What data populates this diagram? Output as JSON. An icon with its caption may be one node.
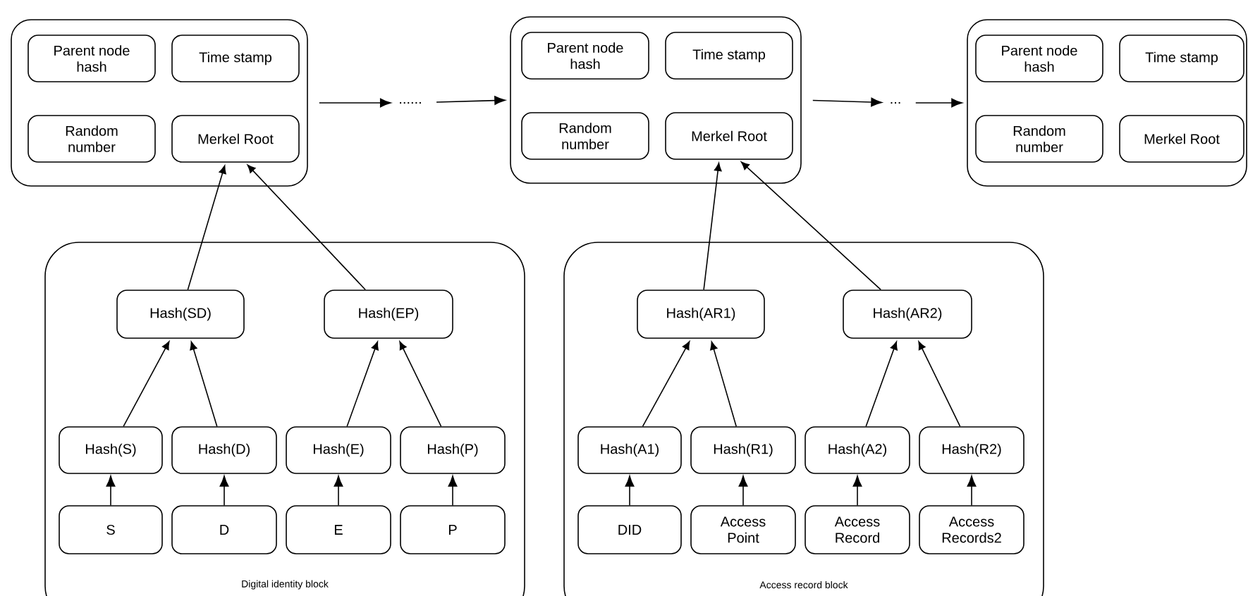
{
  "diagram": {
    "nodes": [
      {
        "text": [],
        "shape": "box"
      },
      {
        "text": [
          "Parent node hash"
        ],
        "in": 0
      },
      {
        "text": [
          "Time stamp"
        ],
        "in": 0
      },
      {
        "text": [
          "Random number"
        ],
        "in": 0
      },
      {
        "text": [
          "Merkel Root"
        ],
        "in": 0
      },
      {
        "text": [
          "......"
        ]
      },
      {
        "text": [],
        "shape": "box"
      },
      {
        "text": [
          "Parent node hash"
        ],
        "in": 6
      },
      {
        "text": [
          "Time stamp"
        ],
        "in": 6
      },
      {
        "text": [
          "Random number"
        ],
        "in": 6
      },
      {
        "text": [
          "Merkel Root"
        ],
        "in": 6
      },
      {
        "text": [
          "..."
        ]
      },
      {
        "text": [],
        "shape": "box"
      },
      {
        "text": [
          "Parent node hash"
        ],
        "in": 12
      },
      {
        "text": [
          "Time stamp"
        ],
        "in": 12
      },
      {
        "text": [
          "Random number"
        ],
        "in": 12
      },
      {
        "text": [
          "Merkel Root"
        ],
        "in": 12
      },
      {
        "text": [
          "Digital identity block"
        ]
      },
      {
        "text": [
          "Hash(SD)"
        ],
        "in": 17
      },
      {
        "text": [
          "Hash(EP)"
        ],
        "in": 17
      },
      {
        "text": [
          "Hash(S)"
        ],
        "in": 17
      },
      {
        "text": [
          "Hash(D)"
        ],
        "in": 17
      },
      {
        "text": [
          "Hash(E)"
        ],
        "in": 17
      },
      {
        "text": [
          "Hash(P)"
        ],
        "in": 17
      },
      {
        "text": [
          "S"
        ],
        "in": 17
      },
      {
        "text": [
          "D"
        ],
        "in": 17
      },
      {
        "text": [
          "E"
        ],
        "in": 17
      },
      {
        "text": [
          "P"
        ],
        "in": 17
      },
      {
        "text": [
          "Access record block"
        ]
      },
      {
        "text": [
          "Hash(AR1)"
        ],
        "in": 28
      },
      {
        "text": [
          "Hash(AR2)"
        ],
        "in": 28
      },
      {
        "text": [
          "Hash(A1)"
        ],
        "in": 28
      },
      {
        "text": [
          "Hash(R1)"
        ],
        "in": 28
      },
      {
        "text": [
          "Hash(A2)"
        ],
        "in": 28
      },
      {
        "text": [
          "Hash(R2)"
        ],
        "in": 28
      },
      {
        "text": [
          "DID"
        ],
        "in": 28
      },
      {
        "text": [
          "Access Point"
        ],
        "in": 28
      },
      {
        "text": [
          "Access Record"
        ],
        "in": 28
      },
      {
        "text": [
          "Access Records2"
        ],
        "in": 28
      }
    ],
    "edges": [
      {
        "from": 0,
        "to": 5,
        "arrow": "to"
      },
      {
        "from": 5,
        "to": 6,
        "arrow": "to"
      },
      {
        "from": 6,
        "to": 11,
        "arrow": "to"
      },
      {
        "from": 11,
        "to": 12,
        "arrow": "to"
      },
      {
        "from": 18,
        "to": 4,
        "arrow": "to"
      },
      {
        "from": 19,
        "to": 4,
        "arrow": "to"
      },
      {
        "from": 20,
        "to": 18,
        "arrow": "to"
      },
      {
        "from": 21,
        "to": 18,
        "arrow": "to"
      },
      {
        "from": 22,
        "to": 19,
        "arrow": "to"
      },
      {
        "from": 23,
        "to": 19,
        "arrow": "to"
      },
      {
        "from": 24,
        "to": 20,
        "arrow": "to"
      },
      {
        "from": 25,
        "to": 21,
        "arrow": "to"
      },
      {
        "from": 26,
        "to": 22,
        "arrow": "to"
      },
      {
        "from": 27,
        "to": 23,
        "arrow": "to"
      },
      {
        "from": 29,
        "to": 10,
        "arrow": "to"
      },
      {
        "from": 30,
        "to": 10,
        "arrow": "to"
      },
      {
        "from": 31,
        "to": 29,
        "arrow": "to"
      },
      {
        "from": 32,
        "to": 29,
        "arrow": "to"
      },
      {
        "from": 33,
        "to": 30,
        "arrow": "to"
      },
      {
        "from": 34,
        "to": 30,
        "arrow": "to"
      },
      {
        "from": 35,
        "to": 31,
        "arrow": "to"
      },
      {
        "from": 36,
        "to": 32,
        "arrow": "to"
      },
      {
        "from": 37,
        "to": 33,
        "arrow": "to"
      },
      {
        "from": 38,
        "to": 34,
        "arrow": "to"
      }
    ]
  }
}
